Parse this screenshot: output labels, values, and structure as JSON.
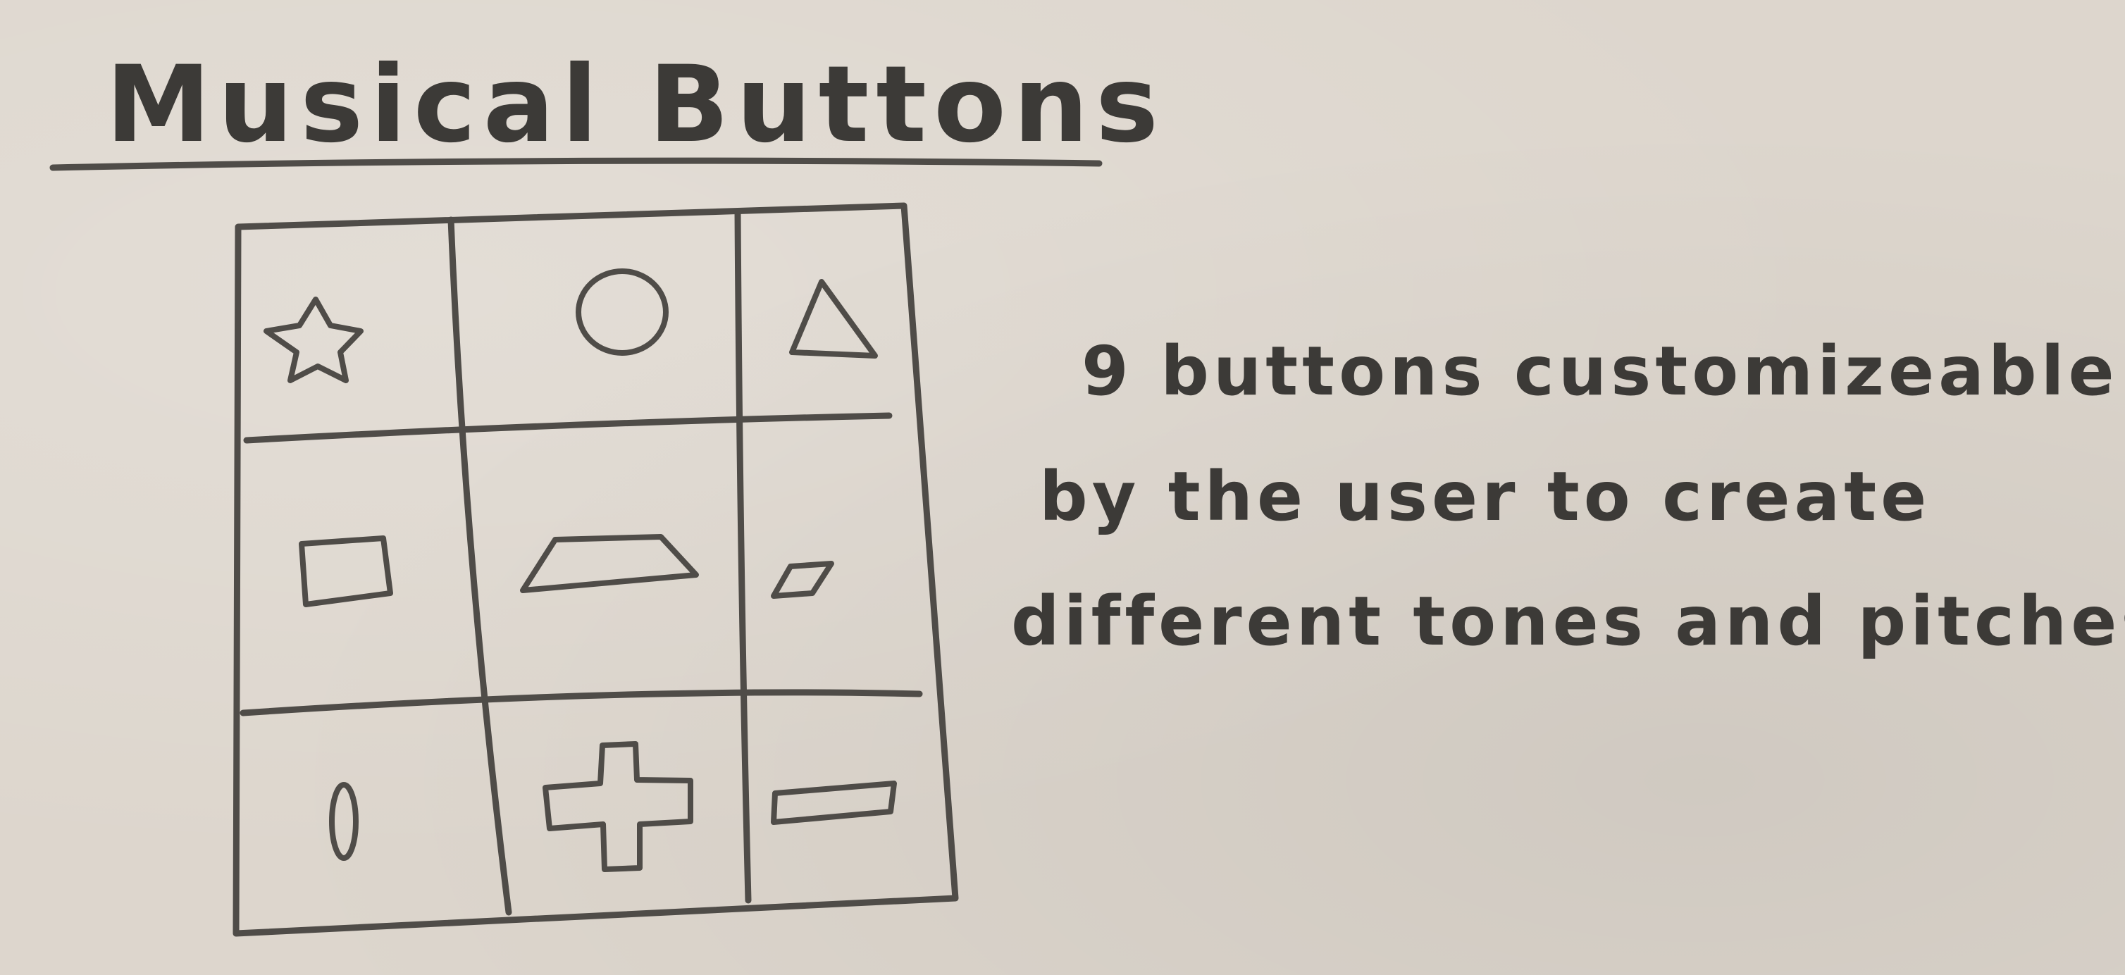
{
  "title": "Musical Buttons",
  "buttons": [
    {
      "icon": "star-icon"
    },
    {
      "icon": "circle-icon"
    },
    {
      "icon": "triangle-icon"
    },
    {
      "icon": "square-icon"
    },
    {
      "icon": "trapezoid-icon"
    },
    {
      "icon": "parallelogram-icon"
    },
    {
      "icon": "oval-icon"
    },
    {
      "icon": "plus-icon"
    },
    {
      "icon": "rectangle-icon"
    }
  ],
  "note": {
    "lines": [
      "9 buttons customizeable",
      "by the user to create",
      "different tones and pitches."
    ]
  },
  "colors": {
    "pencil": "#4f4c48",
    "paper": "#ddd6cd"
  }
}
